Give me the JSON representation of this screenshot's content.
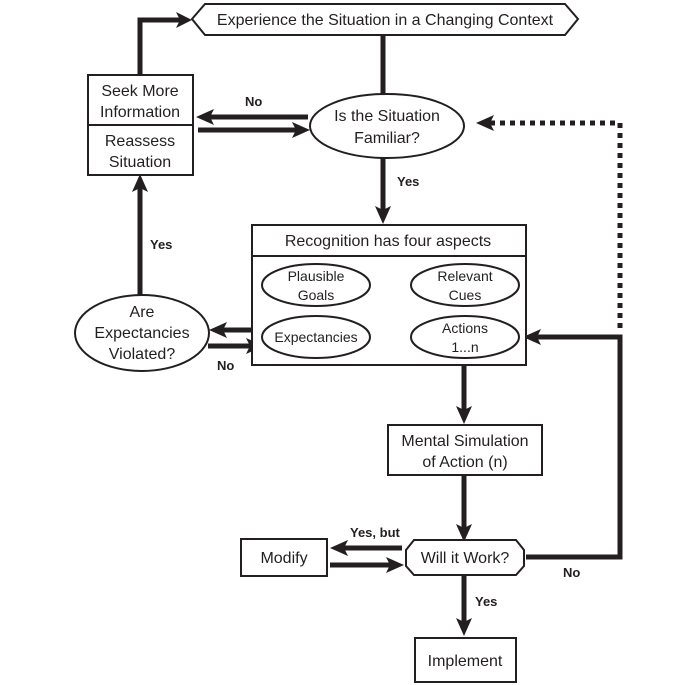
{
  "diagram": {
    "nodes": {
      "experience": "Experience the Situation in a Changing Context",
      "familiar_line1": "Is the Situation",
      "familiar_line2": "Familiar?",
      "seek_line1": "Seek More",
      "seek_line2": "Information",
      "reassess_line1": "Reassess",
      "reassess_line2": "Situation",
      "recognition_title": "Recognition has four aspects",
      "goals_line1": "Plausible",
      "goals_line2": "Goals",
      "cues_line1": "Relevant",
      "cues_line2": "Cues",
      "expectancies": "Expectancies",
      "actions_line1": "Actions",
      "actions_line2": "1...n",
      "violated_line1": "Are",
      "violated_line2": "Expectancies",
      "violated_line3": "Violated?",
      "simulation_line1": "Mental Simulation",
      "simulation_line2": "of Action (n)",
      "work": "Will it Work?",
      "modify": "Modify",
      "implement": "Implement"
    },
    "edge_labels": {
      "familiar_no": "No",
      "familiar_yes": "Yes",
      "violated_yes": "Yes",
      "violated_no": "No",
      "work_yes_but": "Yes, but",
      "work_no": "No",
      "work_yes": "Yes"
    },
    "colors": {
      "ink": "#231f20",
      "background": "#ffffff"
    }
  }
}
